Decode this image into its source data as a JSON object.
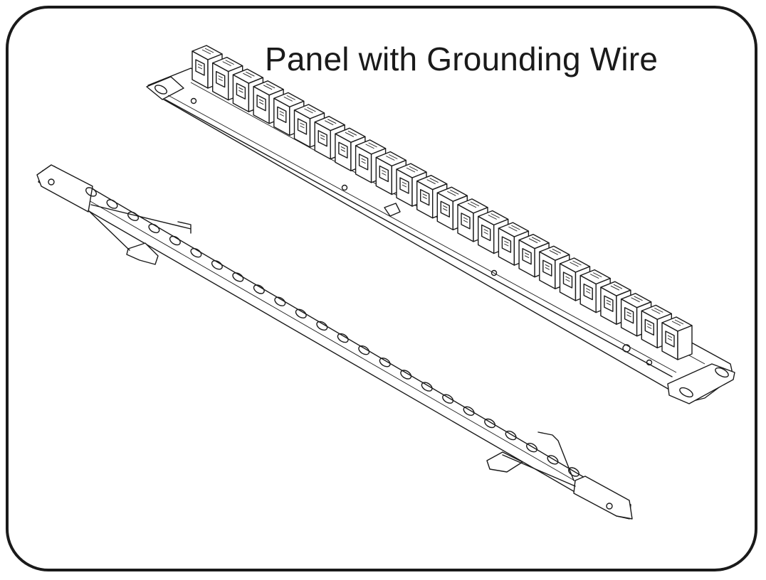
{
  "diagram": {
    "title": "Panel with Grounding Wire",
    "port_count": 24,
    "bar_slot_count": 24,
    "stroke_color": "#1a1a1a",
    "background_color": "#ffffff"
  }
}
